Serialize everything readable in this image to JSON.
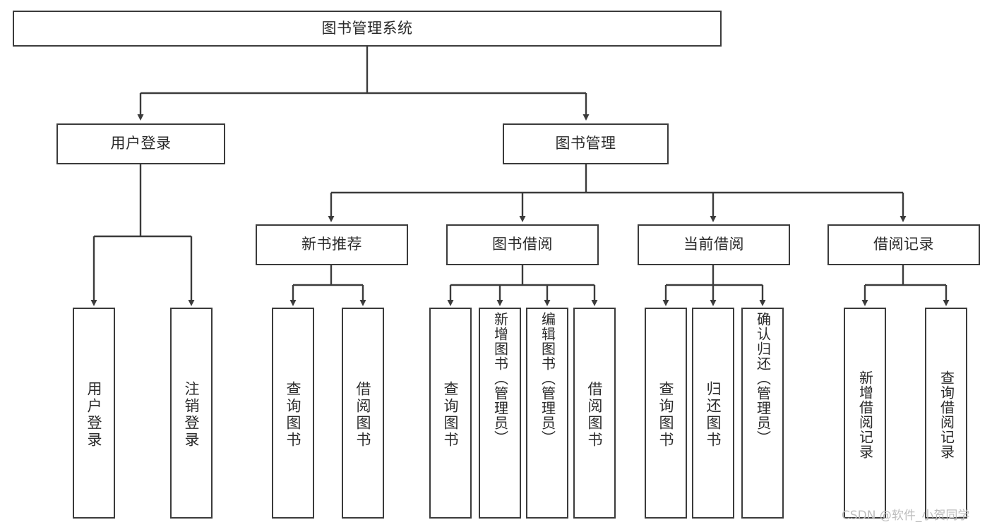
{
  "diagram": {
    "title": "图书管理系统",
    "watermark": "CSDN @软件_小贺同学",
    "colors": {
      "stroke": "#3b3b3b",
      "fill": "#ffffff",
      "text": "#2b2b2b",
      "watermark": "#bdbdbd"
    },
    "root": {
      "label": "图书管理系统"
    },
    "level2": [
      {
        "label": "用户登录"
      },
      {
        "label": "图书管理"
      }
    ],
    "level3": [
      {
        "label": "新书推荐"
      },
      {
        "label": "图书借阅"
      },
      {
        "label": "当前借阅"
      },
      {
        "label": "借阅记录"
      }
    ],
    "leaves": {
      "user_login": [
        {
          "label": "用户登录"
        },
        {
          "label": "注销登录"
        }
      ],
      "new_book_recommend": [
        {
          "label": "查询图书"
        },
        {
          "label": "借阅图书"
        }
      ],
      "book_borrow": [
        {
          "label": "查询图书"
        },
        {
          "label": "新增图书（管理员）"
        },
        {
          "label": "编辑图书（管理员）"
        },
        {
          "label": "借阅图书"
        }
      ],
      "current_borrow": [
        {
          "label": "查询图书"
        },
        {
          "label": "归还图书"
        },
        {
          "label": "确认归还（管理员）"
        }
      ],
      "borrow_record": [
        {
          "label": "新增借阅记录"
        },
        {
          "label": "查询借阅记录"
        }
      ]
    }
  }
}
